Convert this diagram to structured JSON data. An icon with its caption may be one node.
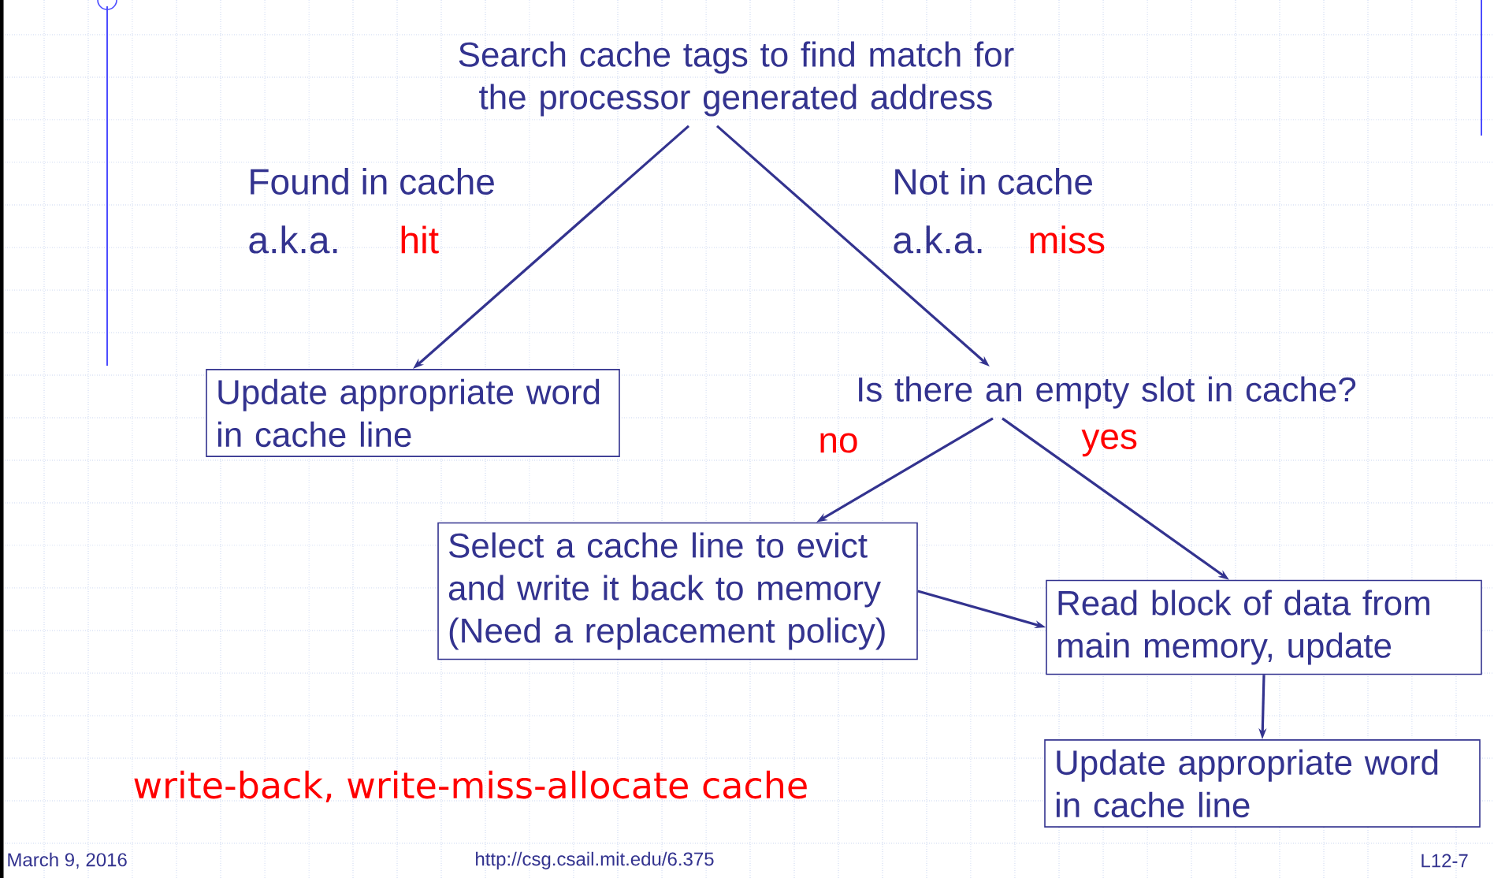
{
  "diagram": {
    "nodes": [
      {
        "text": [
          "Search cache tags to find match for the processor generated address"
        ]
      },
      {
        "text": [
          "Update appropriate word in cache line"
        ]
      },
      {
        "text": [
          "Is there an empty slot in cache?"
        ]
      },
      {
        "text": [
          "Select a cache line to evict and write it back to memory (Need a replacement policy)"
        ]
      },
      {
        "text": [
          "Read block of data from main memory, update"
        ]
      },
      {
        "text": [
          "Update appropriate word in cache line"
        ]
      }
    ],
    "edges": [
      {
        "from": 0,
        "to": 1,
        "arrow": "to",
        "label": "Found in cache"
      },
      {
        "from": 0,
        "to": 2,
        "arrow": "to",
        "label": "Not in cache"
      },
      {
        "from": 2,
        "to": 3,
        "arrow": "to",
        "label": "no"
      },
      {
        "from": 2,
        "to": 4,
        "arrow": "to",
        "label": "yes"
      },
      {
        "from": 3,
        "to": 4,
        "arrow": "to"
      },
      {
        "from": 4,
        "to": 5,
        "arrow": "to"
      }
    ],
    "labels": [
      "a.k.a.",
      "hit",
      "a.k.a.",
      "miss",
      "write-back, write-miss-allocate cache",
      "March 9, 2016",
      "http://csg.csail.mit.edu/6.375",
      "L12-7"
    ]
  }
}
